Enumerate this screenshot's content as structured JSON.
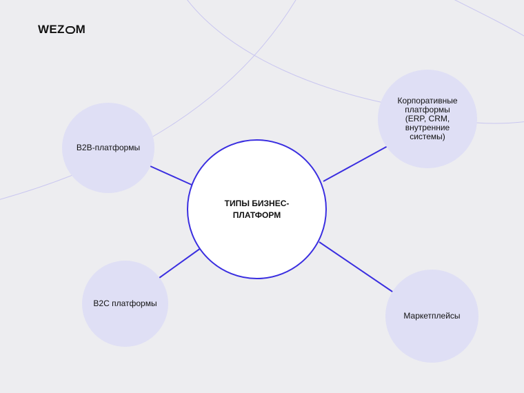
{
  "brand": {
    "logo_prefix": "WEZ",
    "logo_suffix": "M",
    "logo_o_glyph": "stadium-o"
  },
  "colors": {
    "background": "#ededf0",
    "node_fill": "#dfdff5",
    "center_fill": "#ffffff",
    "accent_line": "#3a2ee0",
    "bg_arcs": "#c9c6f0",
    "text": "#111111"
  },
  "diagram": {
    "center": {
      "line1": "ТИПЫ БИЗНЕС-",
      "line2": "ПЛАТФОРМ"
    },
    "nodes": [
      {
        "id": "b2b",
        "label": "B2B-платформы"
      },
      {
        "id": "corporate",
        "lines": [
          "Корпоративные",
          "платформы",
          "(ERP, CRM,",
          "внутренние",
          "системы)"
        ]
      },
      {
        "id": "b2c",
        "label": "B2C платформы"
      },
      {
        "id": "marketplaces",
        "label": "Маркетплейсы"
      }
    ]
  }
}
